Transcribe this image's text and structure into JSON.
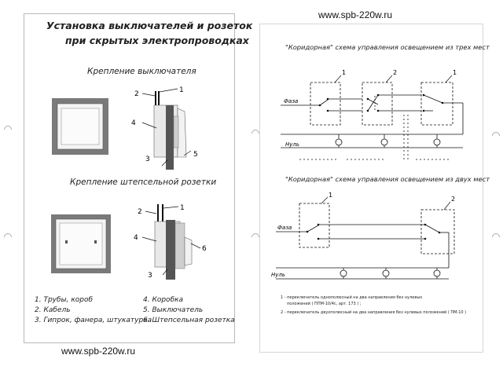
{
  "watermark": {
    "top": "www.spb-220w.ru",
    "bottom": "www.spb-220w.ru"
  },
  "left": {
    "title_line1": "Установка выключателей и розеток",
    "title_line2": "при скрытых электропроводках",
    "section1": "Крепление выключателя",
    "section2": "Крепление штепсельной розетки",
    "callouts_switch": [
      "1",
      "2",
      "3",
      "4",
      "5"
    ],
    "callouts_socket": [
      "1",
      "2",
      "3",
      "4",
      "6"
    ],
    "legend": [
      "1. Трубы, короб",
      "2. Кабель",
      "3. Гипрок, фанера, штукатурка",
      "4. Коробка",
      "5. Выключатель",
      "6. Штепсельная розетка"
    ]
  },
  "right": {
    "title1": "\"Коридорная\" схема управления освещением из трех мест",
    "title2": "\"Коридорная\" схема управления освещением из двух мест",
    "faza": "Фаза",
    "nul": "Нуль",
    "labels_top": [
      "1",
      "2",
      "1"
    ],
    "labels_bottom": [
      "1",
      "2"
    ],
    "note1_line1": "1 - переключатель однополюсный на два направления без нулевых",
    "note1_line2": "положений ( ППМ-10/4с, арт. 173 ) ;",
    "note2": "2 - переключатель двухполюсный на два направления без нулевых положений ( ПМ-10 )"
  }
}
